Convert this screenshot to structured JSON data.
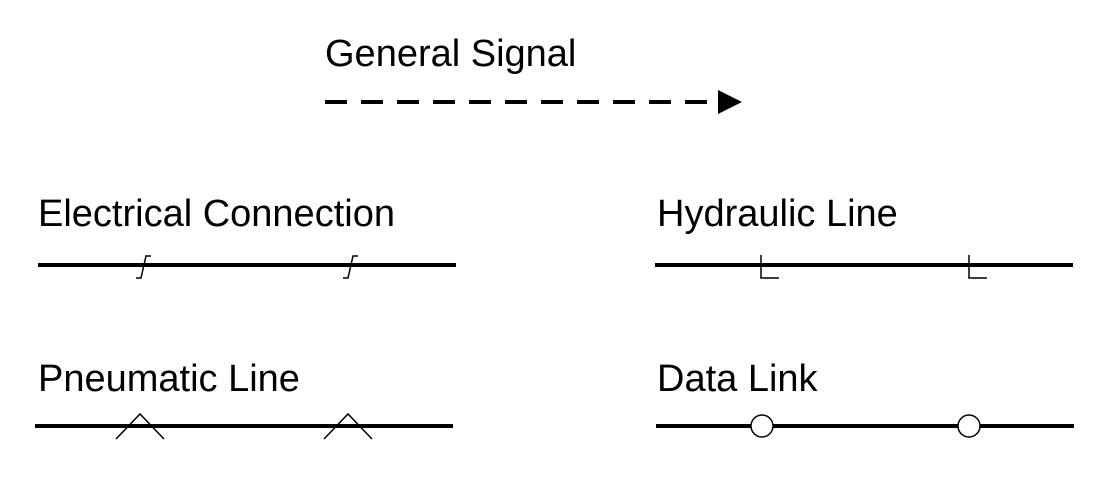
{
  "colors": {
    "line": "#000000",
    "background": "#ffffff",
    "marker_fill": "#ffffff"
  },
  "legend": {
    "general_signal": {
      "label": "General Signal",
      "line_style": "dashed",
      "end_marker": "arrow"
    },
    "electrical_connection": {
      "label": "Electrical Connection",
      "line_style": "solid",
      "marker": "slash-tick"
    },
    "hydraulic_line": {
      "label": "Hydraulic Line",
      "line_style": "solid",
      "marker": "L-tick"
    },
    "pneumatic_line": {
      "label": "Pneumatic Line",
      "line_style": "solid",
      "marker": "caret"
    },
    "data_link": {
      "label": "Data Link",
      "line_style": "solid",
      "marker": "open-circle"
    }
  }
}
